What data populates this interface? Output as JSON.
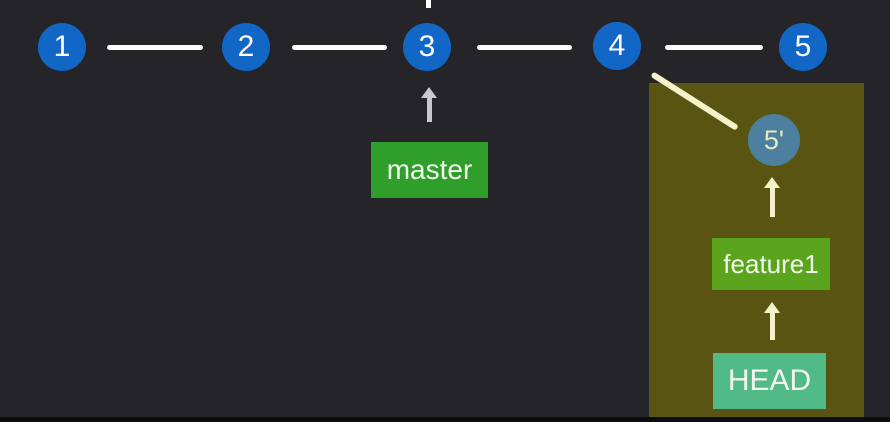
{
  "colors": {
    "background": "#252529",
    "bottom_edge": "#0d0d0f",
    "commit_blue": "#1267c6",
    "commit_alt_blue": "#4d809e",
    "line_white": "#ffffff",
    "arrow_gray": "#c9c9cd",
    "arrow_cream": "#f5f1c8",
    "master_green": "#2f9e2b",
    "feature_green": "#5ba51e",
    "head_teal": "#52ba87",
    "panel_olive": "#5a5413",
    "node_text": "#ffffff",
    "alt_node_text": "#e3eac6",
    "label_text": "#f2f7ee"
  },
  "graph": {
    "commits": [
      {
        "label": "1"
      },
      {
        "label": "2"
      },
      {
        "label": "3"
      },
      {
        "label": "4"
      },
      {
        "label": "5"
      }
    ],
    "rebased_commit": {
      "label": "5'"
    },
    "branch_labels": {
      "master": "master",
      "feature1": "feature1",
      "head": "HEAD"
    }
  }
}
